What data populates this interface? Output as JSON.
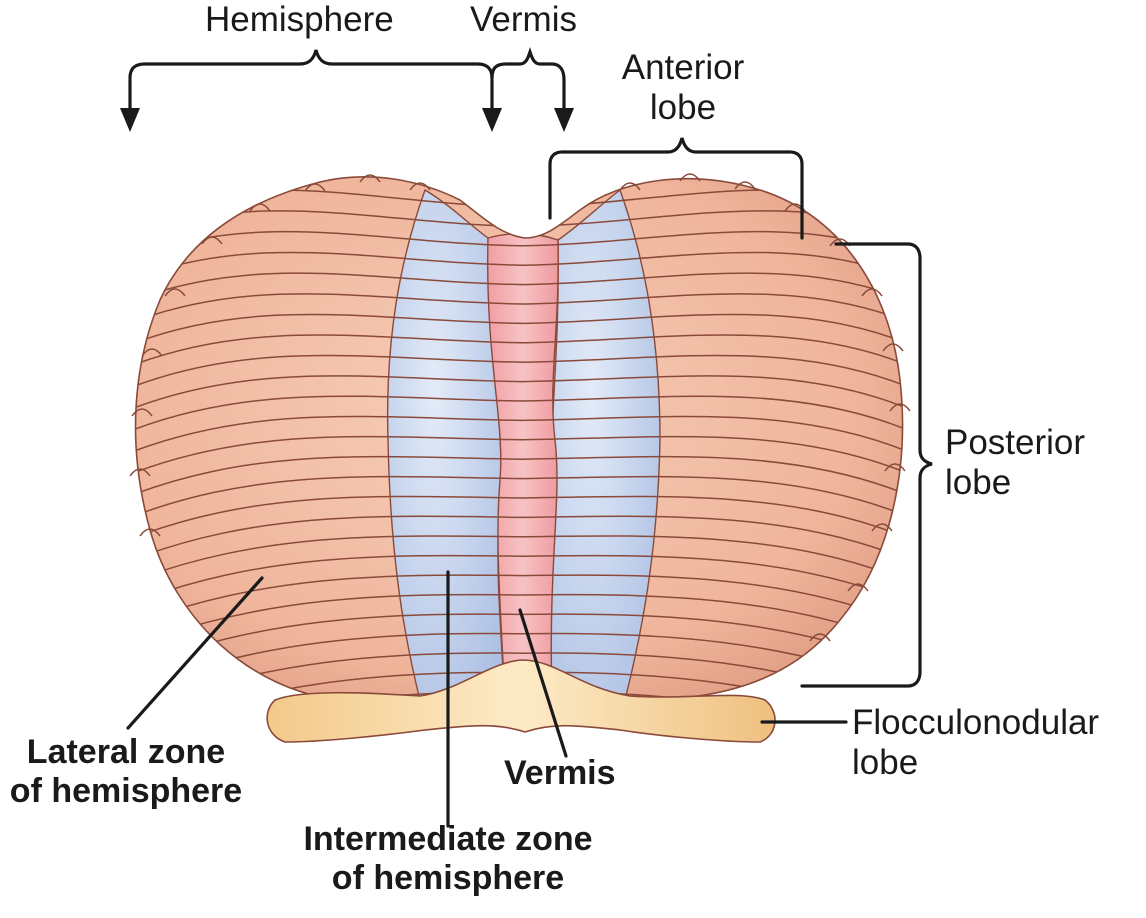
{
  "labels": {
    "top_hemisphere": "Hemisphere",
    "top_vermis": "Vermis",
    "anterior_lobe": [
      "Anterior",
      "lobe"
    ],
    "posterior_lobe": [
      "Posterior",
      "lobe"
    ],
    "flocculonodular_lobe": [
      "Flocculonodular",
      "lobe"
    ],
    "lateral_zone": [
      "Lateral zone",
      "of hemisphere"
    ],
    "vermis_bottom": "Vermis",
    "intermediate_zone": [
      "Intermediate zone",
      "of hemisphere"
    ]
  },
  "colors": {
    "lateral_fill": "#efb59b",
    "lateral_shadow": "#d9927a",
    "intermediate_fill": "#b7c8e6",
    "vermis_fill": "#f0a9ad",
    "flocculonodular_fill": "#f7d59a",
    "outline": "#8a4a3a",
    "leader_lines": "#1a1a1a"
  }
}
